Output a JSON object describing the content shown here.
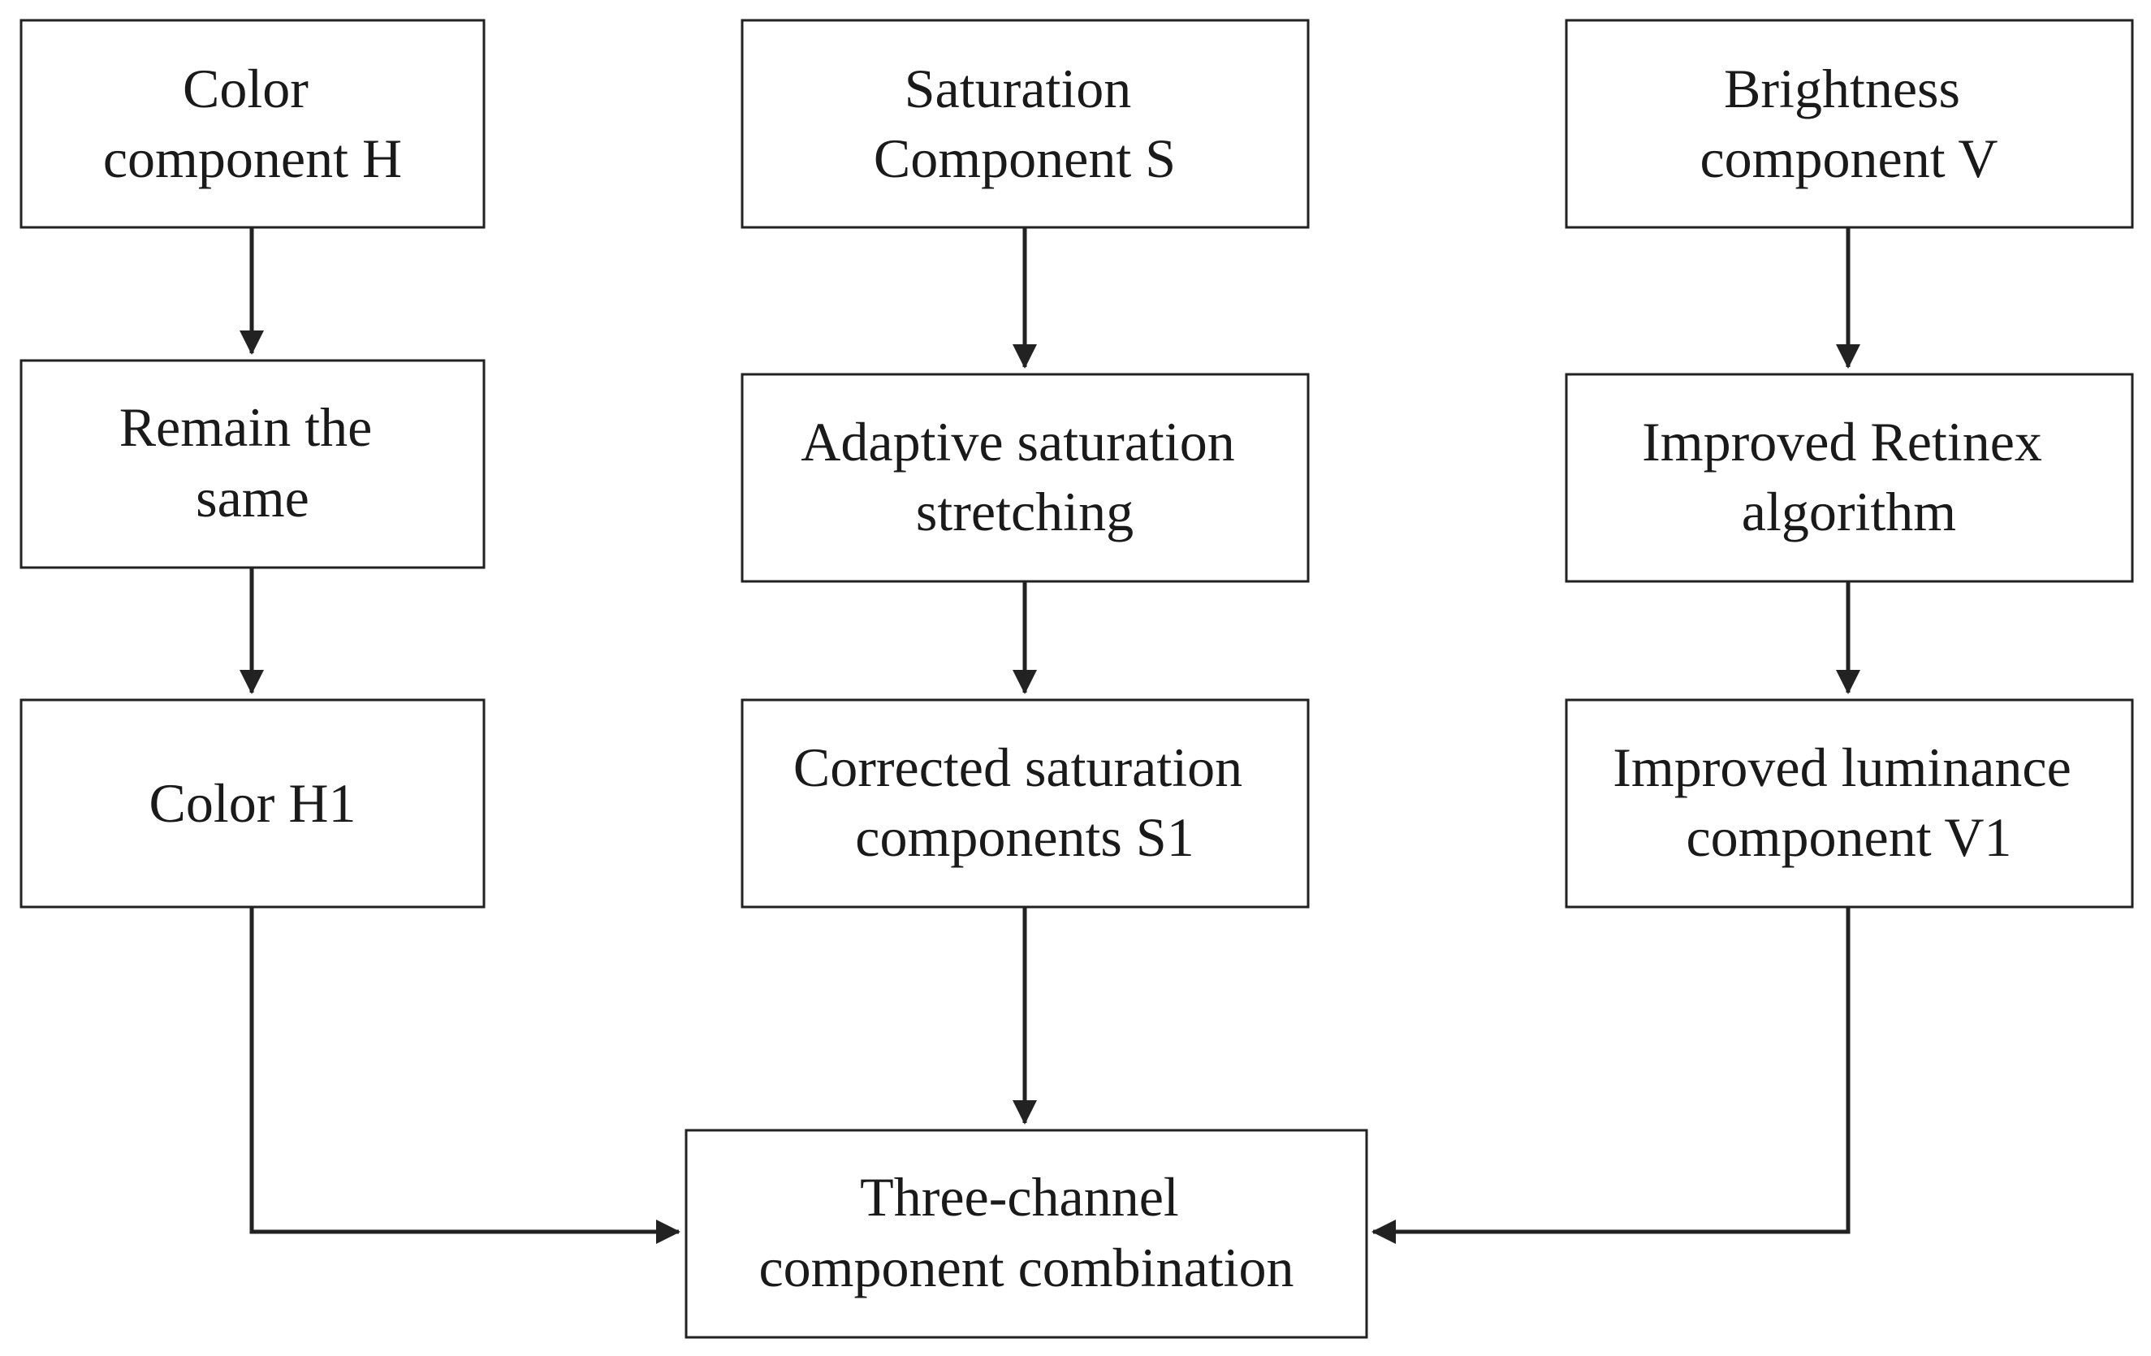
{
  "diagram": {
    "columns": {
      "hue": {
        "input": [
          "Color",
          "component H"
        ],
        "process": [
          "Remain the",
          "same"
        ],
        "output": [
          "Color H1"
        ]
      },
      "saturation": {
        "input": [
          "Saturation",
          "Component S"
        ],
        "process": [
          "Adaptive saturation",
          "stretching"
        ],
        "output": [
          "Corrected saturation",
          "components S1"
        ]
      },
      "value": {
        "input": [
          "Brightness",
          "component V"
        ],
        "process": [
          "Improved Retinex",
          "algorithm"
        ],
        "output": [
          "Improved luminance",
          "component V1"
        ]
      }
    },
    "combine": [
      "Three-channel",
      "component combination"
    ]
  }
}
